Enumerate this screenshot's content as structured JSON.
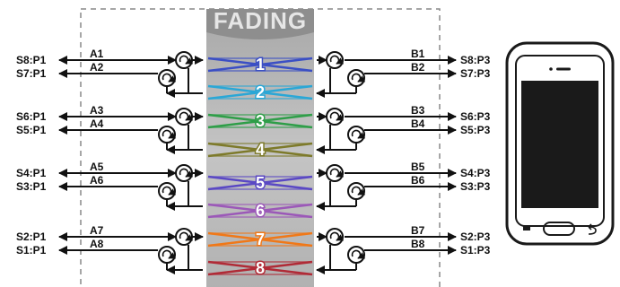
{
  "fading_label": "FADING",
  "left_ports": [
    "S8:P1",
    "S7:P1",
    "S6:P1",
    "S5:P1",
    "S4:P1",
    "S3:P1",
    "S2:P1",
    "S1:P1"
  ],
  "right_ports": [
    "S8:P3",
    "S7:P3",
    "S6:P3",
    "S5:P3",
    "S4:P3",
    "S3:P3",
    "S2:P3",
    "S1:P3"
  ],
  "left_signals": [
    "A1",
    "A2",
    "A3",
    "A4",
    "A5",
    "A6",
    "A7",
    "A8"
  ],
  "right_signals": [
    "B1",
    "B2",
    "B3",
    "B4",
    "B5",
    "B6",
    "B7",
    "B8"
  ],
  "channels": [
    {
      "label": "1",
      "color": "#3b4fc4"
    },
    {
      "label": "2",
      "color": "#2aa7d6"
    },
    {
      "label": "3",
      "color": "#2e9e48"
    },
    {
      "label": "4",
      "color": "#7d7a2a"
    },
    {
      "label": "5",
      "color": "#5a48c4"
    },
    {
      "label": "6",
      "color": "#9b58b8"
    },
    {
      "label": "7",
      "color": "#f07818"
    },
    {
      "label": "8",
      "color": "#b02a36"
    }
  ],
  "device": {
    "name": "smartphone"
  }
}
